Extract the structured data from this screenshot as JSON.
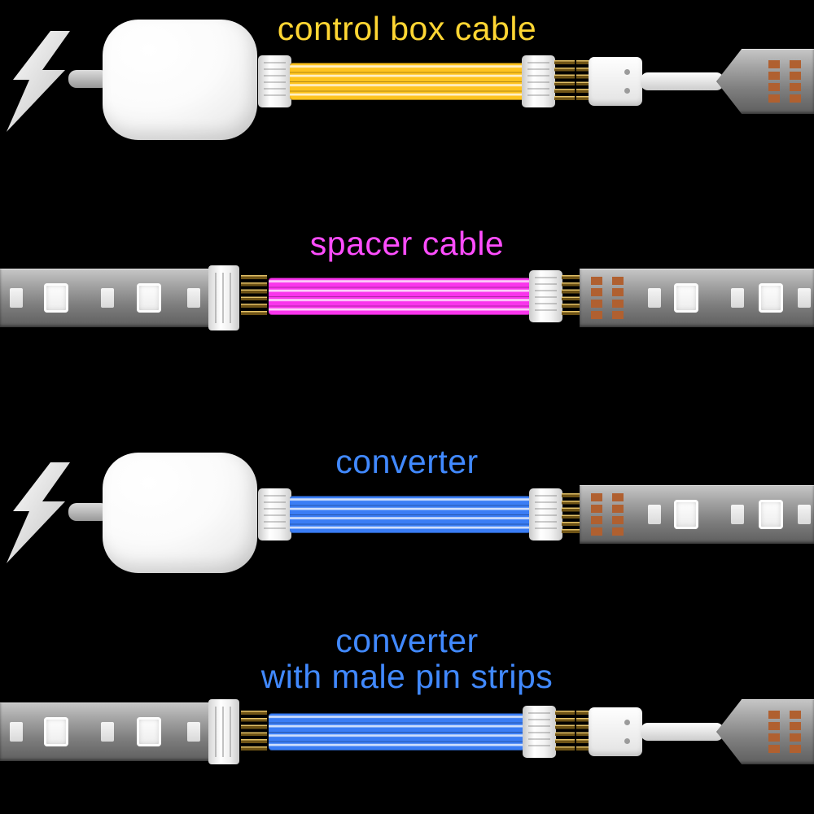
{
  "title": "LED strip connection cables diagram",
  "colors": {
    "background": "#000000",
    "pad": "#b06030",
    "strip": "#8f8f8f"
  },
  "sections": [
    {
      "name": "control box cable",
      "label_lines": [
        "control box cable"
      ],
      "label_color": "#ffd633",
      "cable_color": "#ffc41f",
      "left_icon": "lightning-bolt",
      "left_device": "power control box",
      "right_device": "LED strip end with male pin adapter",
      "wire_count": 4,
      "pin_count": 6
    },
    {
      "name": "spacer cable",
      "label_lines": [
        "spacer cable"
      ],
      "label_color": "#ff4dff",
      "cable_color": "#f935ec",
      "left_device": "LED strip",
      "right_device": "LED strip",
      "wire_count": 4,
      "pin_count": 6
    },
    {
      "name": "converter",
      "label_lines": [
        "converter"
      ],
      "label_color": "#4189ff",
      "cable_color": "#3a7df5",
      "left_icon": "lightning-bolt",
      "left_device": "power control box",
      "right_device": "LED strip",
      "wire_count": 4,
      "pin_count": 6
    },
    {
      "name": "converter with male pin strips",
      "label_lines": [
        "converter",
        "with male pin strips"
      ],
      "label_color": "#4189ff",
      "cable_color": "#3a7df5",
      "left_device": "LED strip",
      "right_device": "LED strip end with male pin adapter",
      "wire_count": 4,
      "pin_count": 6
    }
  ]
}
